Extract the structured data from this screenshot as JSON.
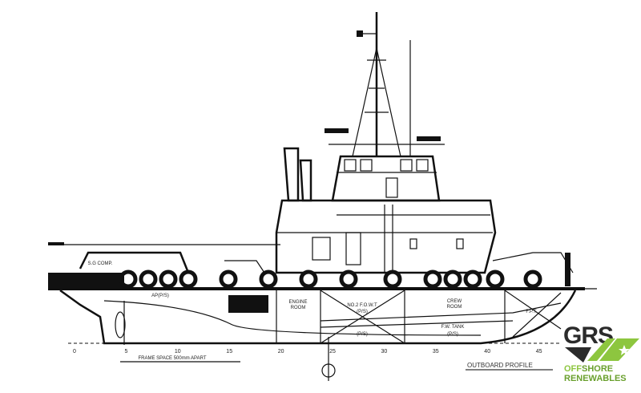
{
  "drawing": {
    "title": "OUTBOARD PROFILE",
    "frame_note": "FRAME SPACE 500mm APART",
    "frame_numbers": [
      "0",
      "5",
      "10",
      "15",
      "20",
      "25",
      "30",
      "35",
      "40",
      "45"
    ],
    "compartments": {
      "sg_comp": "S.G COMP.",
      "ap": "AP(P/S)",
      "engine_room_1": "ENGINE",
      "engine_room_2": "ROOM",
      "fowt_1": "NO.2 F.O.W.T",
      "fowt_2": "(P/S)",
      "fowt_3": "(P/S)",
      "crew_room_1": "CREW",
      "crew_room_2": "ROOM",
      "fw_tank": "F.W. TANK",
      "fw_tank_ps": "(P/S)",
      "fpt": "F.P.T"
    }
  },
  "logo": {
    "name": "GRS",
    "line1_a": "OFF",
    "line1_b": "SHORE",
    "line2": "RENEWABLES",
    "colors": {
      "green": "#8dc63f",
      "dark": "#2b2b2b"
    }
  }
}
